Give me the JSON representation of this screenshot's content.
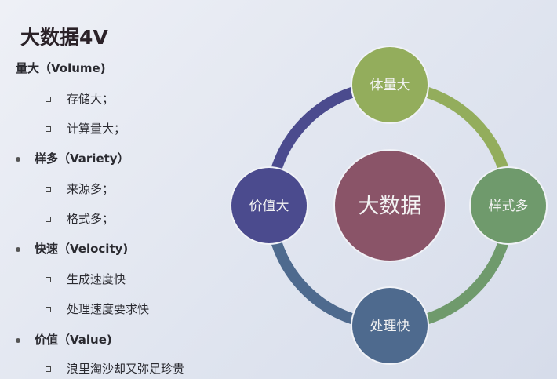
{
  "title": "大数据4V",
  "items": [
    {
      "label": "量大（Volume)",
      "bullet": false,
      "subs": [
        "存储大；",
        "计算量大；"
      ]
    },
    {
      "label": "样多（Variety）",
      "bullet": true,
      "subs": [
        "来源多；",
        "格式多；"
      ]
    },
    {
      "label": "快速（Velocity)",
      "bullet": true,
      "subs": [
        "生成速度快",
        "处理速度要求快"
      ]
    },
    {
      "label": "价值（Value)",
      "bullet": true,
      "subs": [
        "浪里淘沙却又弥足珍贵"
      ]
    }
  ],
  "diagram": {
    "center": "大数据",
    "top": "体量大",
    "right": "样式多",
    "bottom": "处理快",
    "left": "价值大",
    "colors": {
      "center": "#8a5468",
      "top": "#93ad5c",
      "right": "#6f9a6c",
      "bottom": "#4e6a8e",
      "left": "#4b4b8e"
    }
  }
}
